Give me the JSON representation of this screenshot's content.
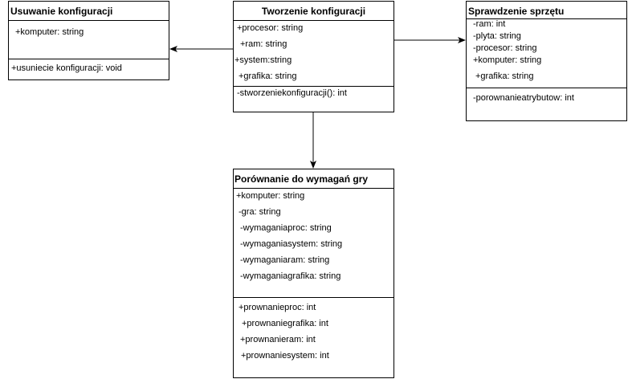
{
  "classes": {
    "usuwanie": {
      "title": "Usuwanie konfiguracji",
      "attributes": [
        "+komputer: string"
      ],
      "methods": [
        "+usuniecie konfiguracji: void"
      ]
    },
    "tworzenie": {
      "title": "Tworzenie konfiguracji",
      "attributes": [
        "+procesor: string",
        "+ram: string",
        "+system:string",
        "+grafika: string"
      ],
      "methods": [
        "-stworzeniekonfiguracji(): int"
      ]
    },
    "sprawdzenie": {
      "title": "Sprawdzenie sprzętu",
      "attributes": [
        "-ram: int",
        "-plyta: string",
        "-procesor: string",
        "+komputer: string",
        "+grafika: string"
      ],
      "methods": [
        "-porownanieatrybutow: int"
      ]
    },
    "porownanie": {
      "title": "Porównanie do wymagań gry",
      "attributes": [
        "+komputer: string",
        "-gra: string",
        "-wymaganiaproc: string",
        "-wymaganiasystem: string",
        "-wymaganiaram: string",
        "-wymaganiagrafika: string"
      ],
      "methods": [
        "+prownanieproc: int",
        "+prownaniegrafika: int",
        "+prownanieram: int",
        "+prownaniesystem: int"
      ]
    }
  },
  "relations": [
    {
      "from": "tworzenie",
      "to": "usuwanie"
    },
    {
      "from": "tworzenie",
      "to": "sprawdzenie"
    },
    {
      "from": "tworzenie",
      "to": "porownanie"
    }
  ]
}
